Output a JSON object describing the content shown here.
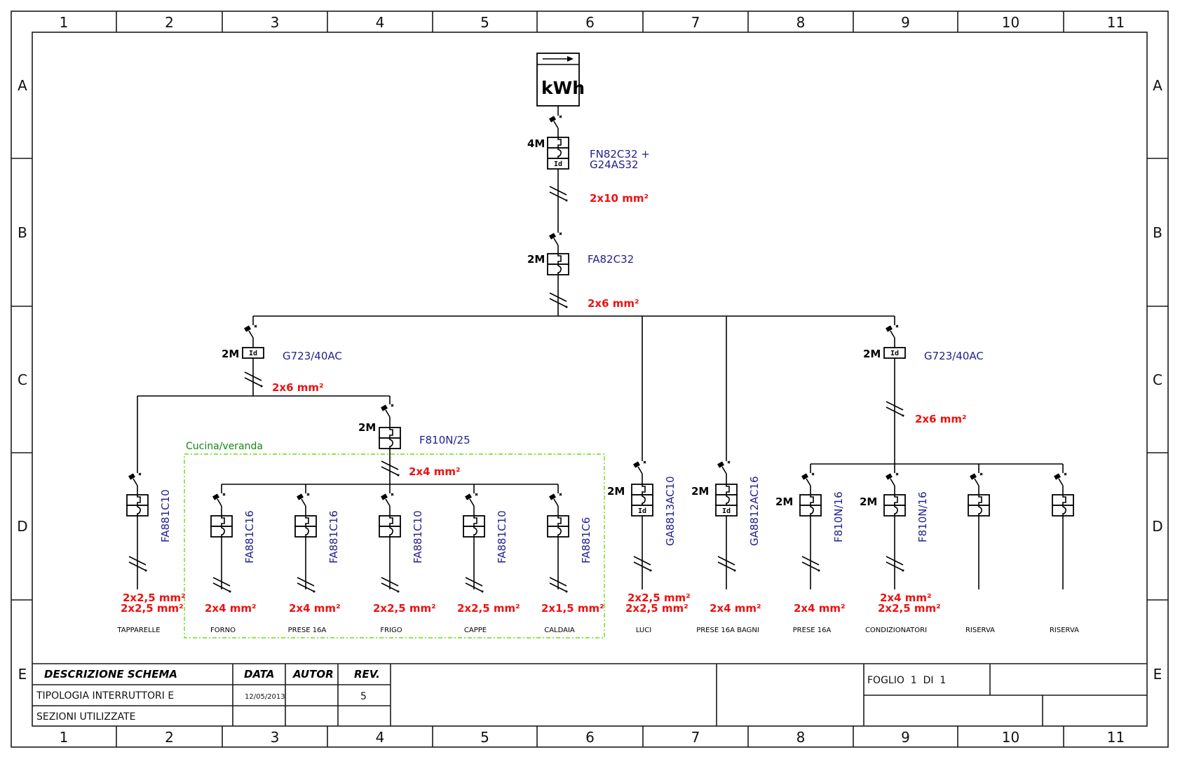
{
  "sheet": {
    "columns": [
      "1",
      "2",
      "3",
      "4",
      "5",
      "6",
      "7",
      "8",
      "9",
      "10",
      "11"
    ],
    "rows": [
      "A",
      "B",
      "C",
      "D",
      "E"
    ]
  },
  "meter": {
    "label": "kWh",
    "icon": "energy-meter-icon"
  },
  "main": {
    "breaker1": {
      "modules": "4M",
      "code_line1": "FN82C32 +",
      "code_line2": "G24AS32",
      "cable": "2x10 mm²"
    },
    "breaker2": {
      "modules": "2M",
      "code": "FA82C32",
      "cable": "2x6 mm²"
    }
  },
  "left_rcd": {
    "modules": "2M",
    "code": "G723/40AC",
    "cable": "2x6 mm²",
    "id_label": "Id"
  },
  "right_rcd": {
    "modules": "2M",
    "code": "G723/40AC",
    "cable": "2x6 mm²",
    "id_label": "Id"
  },
  "kitchen_feeder": {
    "modules": "2M",
    "code": "F810N/25",
    "cable": "2x4 mm²"
  },
  "zone": {
    "label": "Cucina/veranda"
  },
  "circuits": [
    {
      "name": "TAPPARELLE",
      "code": "FA881C10",
      "modules": "",
      "cable1": "2x2,5 mm²",
      "cable2": "2x2,5 mm²"
    },
    {
      "name": "FORNO",
      "code": "FA881C16",
      "modules": "",
      "cable1": "",
      "cable2": "2x4 mm²"
    },
    {
      "name": "PRESE 16A",
      "code": "FA881C16",
      "modules": "",
      "cable1": "",
      "cable2": "2x4 mm²"
    },
    {
      "name": "FRIGO",
      "code": "FA881C10",
      "modules": "",
      "cable1": "",
      "cable2": "2x2,5 mm²"
    },
    {
      "name": "CAPPE",
      "code": "FA881C10",
      "modules": "",
      "cable1": "",
      "cable2": "2x2,5 mm²"
    },
    {
      "name": "CALDAIA",
      "code": "FA881C6",
      "modules": "",
      "cable1": "",
      "cable2": "2x1,5 mm²"
    },
    {
      "name": "LUCI",
      "code": "GA8813AC10",
      "modules": "2M",
      "cable1": "2x2,5 mm²",
      "cable2": "2x2,5 mm²"
    },
    {
      "name": "PRESE 16A BAGNI",
      "code": "GA8812AC16",
      "modules": "2M",
      "cable1": "",
      "cable2": "2x4 mm²"
    },
    {
      "name": "PRESE 16A",
      "code": "F810N/16",
      "modules": "2M",
      "cable1": "",
      "cable2": "2x4 mm²"
    },
    {
      "name": "CONDIZIONATORI",
      "code": "F810N/16",
      "modules": "2M",
      "cable1": "2x4 mm²",
      "cable2": "2x2,5 mm²"
    },
    {
      "name": "RISERVA",
      "code": "",
      "modules": "",
      "cable1": "",
      "cable2": ""
    },
    {
      "name": "RISERVA",
      "code": "",
      "modules": "",
      "cable1": "",
      "cable2": ""
    }
  ],
  "title_block": {
    "desc_header": "DESCRIZIONE SCHEMA",
    "date_header": "DATA",
    "author_header": "AUTOR",
    "rev_header": "REV.",
    "desc_line1": "TIPOLOGIA INTERRUTTORI E",
    "desc_line2": "SEZIONI UTILIZZATE",
    "date": "12/05/2013",
    "author": "",
    "rev": "5",
    "sheet": "FOGLIO  1  DI  1"
  }
}
